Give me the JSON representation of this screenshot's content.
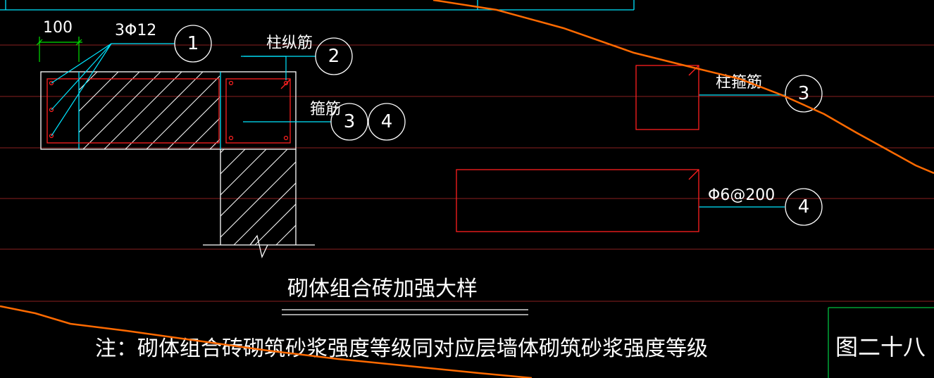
{
  "detail_title": "砌体组合砖加强大样",
  "note": "注：砌体组合砖砌筑砂浆强度等级同对应层墙体砌筑砂浆强度等级",
  "figure_label": "图二十八",
  "dimension_label": "100",
  "labels": {
    "rebar_3phi12": "3Φ12",
    "column_longitudinal": "柱纵筋",
    "stirrup": "箍筋",
    "column_stirrup": "柱箍筋",
    "stirrup_spacing": "Φ6@200"
  },
  "callouts": {
    "c1": "1",
    "c2": "2",
    "c3a": "3",
    "c4a": "4",
    "c3b": "3",
    "c4b": "4"
  },
  "colors": {
    "background": "#000000",
    "grid_line": "#8a1f1f",
    "rebar_red": "#ff2020",
    "leader_cyan": "#00e5ff",
    "outline_white": "#ffffff",
    "text_white": "#ffffff",
    "cut_line_orange": "#ff6a00",
    "frame_green": "#00c040"
  }
}
